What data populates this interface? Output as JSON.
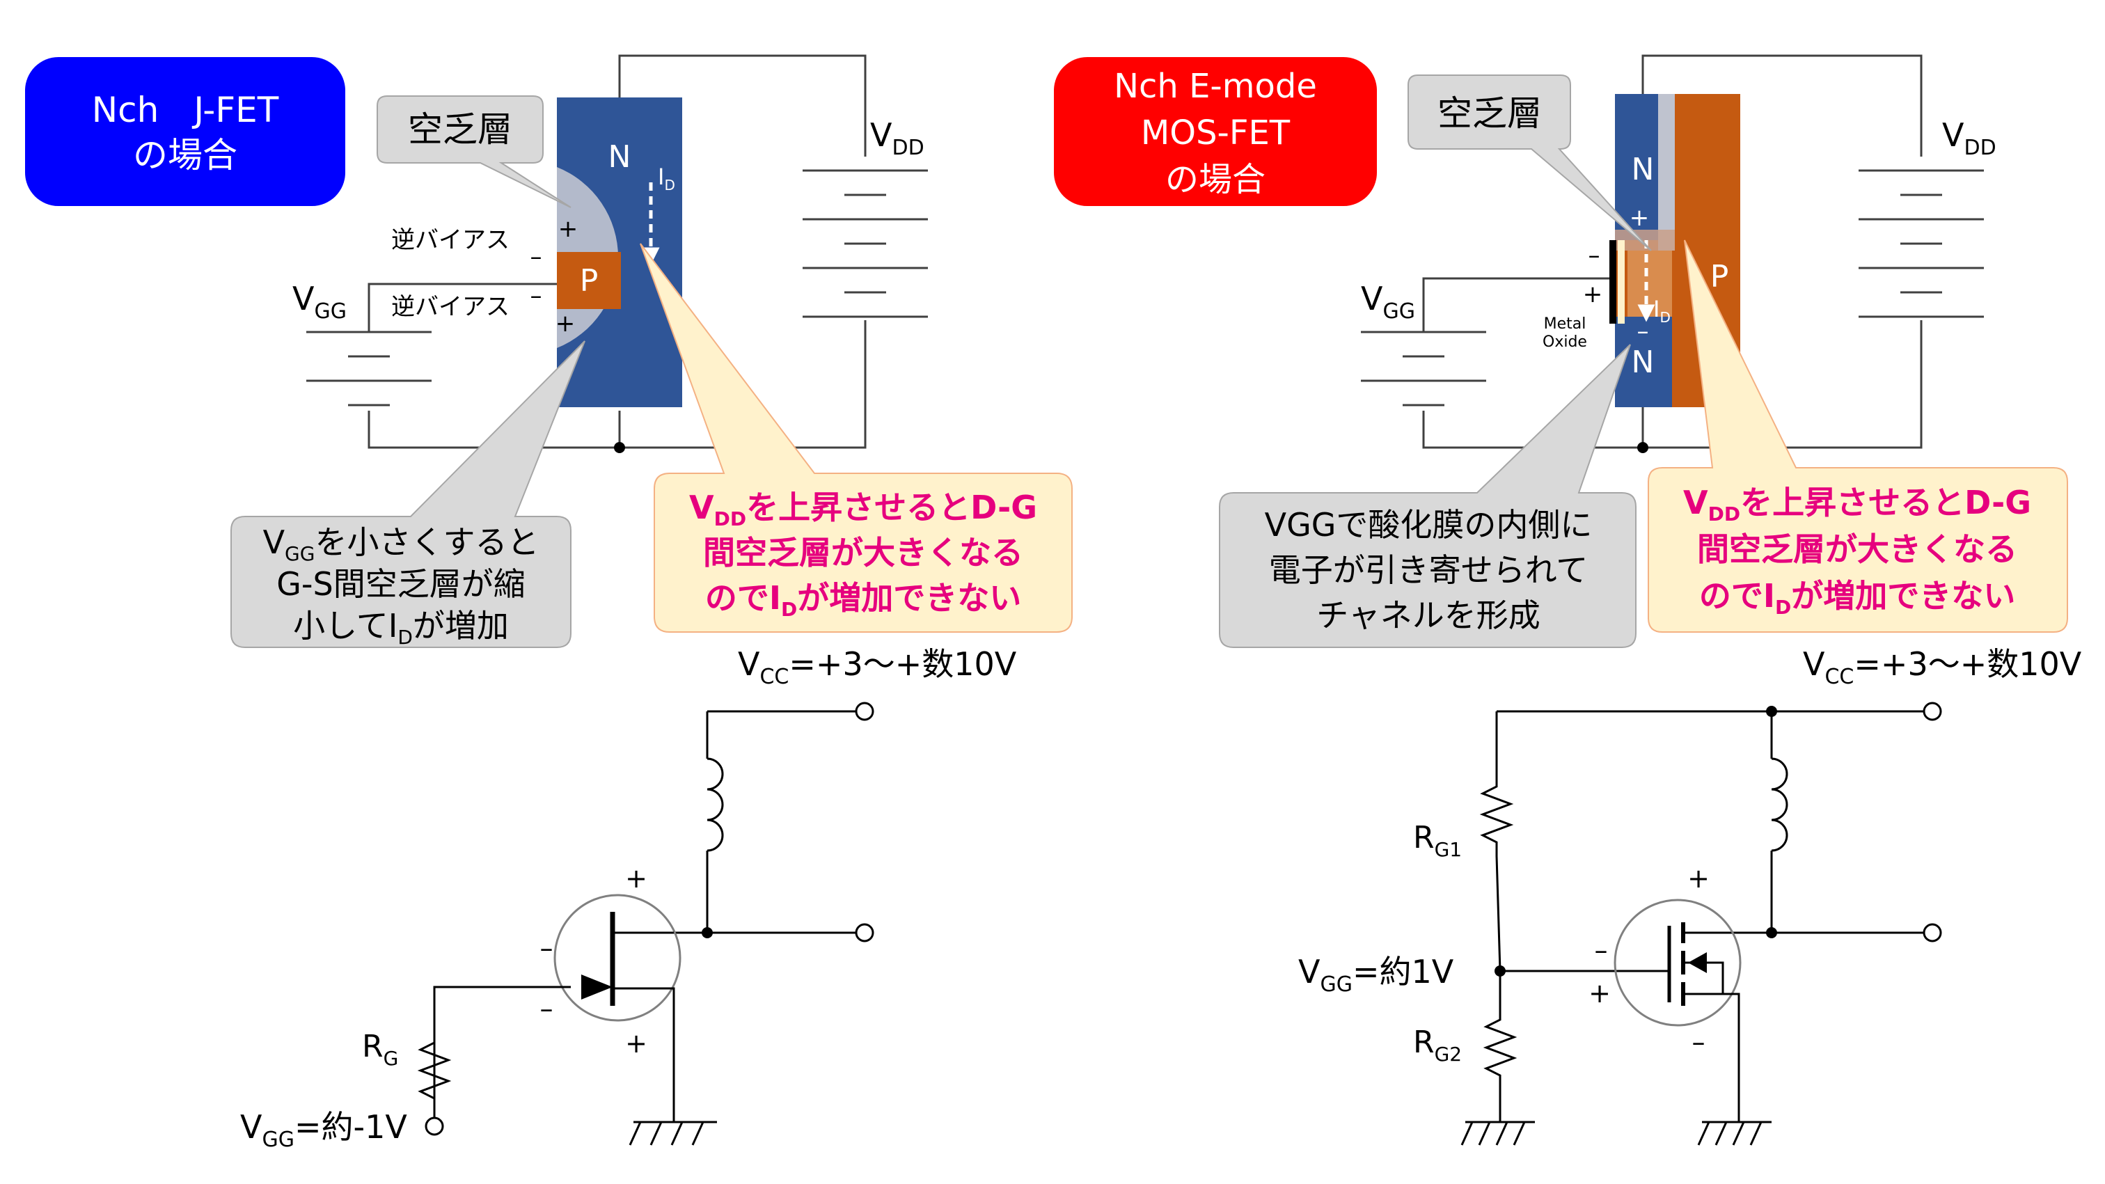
{
  "left": {
    "title_line1": "Nch　J-FET",
    "title_line2": "の場合",
    "depletion_label": "空乏層",
    "n_label": "N",
    "p_label": "P",
    "id_main": "I",
    "id_sub": "D",
    "bias1": "逆バイアス",
    "bias2": "逆バイアス",
    "vdd_main": "V",
    "vdd_sub": "DD",
    "vgg_main": "V",
    "vgg_sub": "GG",
    "callout_gray": {
      "l1a": "V",
      "l1sub": "GG",
      "l1b": "を小さくすると",
      "l2": "G-S間空乏層が縮",
      "l3a": "小してI",
      "l3sub": "D",
      "l3b": "が増加"
    },
    "callout_pink": {
      "l1a": "V",
      "l1sub": "DD",
      "l1b": "を上昇させるとD-G",
      "l2": "間空乏層が大きくなる",
      "l3a": "のでI",
      "l3sub": "D",
      "l3b": "が増加できない"
    },
    "vcc": {
      "main": "V",
      "sub": "CC",
      "rest": "=+3〜+数10V"
    },
    "rg": {
      "main": "R",
      "sub": "G"
    },
    "vgg_bottom": {
      "main": "V",
      "sub": "GG",
      "rest": "=約-1V"
    },
    "plus": "+",
    "minus": "–"
  },
  "right": {
    "title_line1": "Nch E-mode",
    "title_line2": "MOS-FET",
    "title_line3": "の場合",
    "depletion_label": "空乏層",
    "n_label_top": "N",
    "n_label_bottom": "N",
    "p_label": "P",
    "id_main": "I",
    "id_sub": "D",
    "metal": "Metal",
    "oxide": "Oxide",
    "vdd_main": "V",
    "vdd_sub": "DD",
    "vgg_main": "V",
    "vgg_sub": "GG",
    "callout_gray": {
      "l1": "VGGで酸化膜の内側に",
      "l2": "電子が引き寄せられて",
      "l3": "チャネルを形成"
    },
    "callout_pink": {
      "l1a": "V",
      "l1sub": "DD",
      "l1b": "を上昇させるとD-G",
      "l2": "間空乏層が大きくなる",
      "l3a": "のでI",
      "l3sub": "D",
      "l3b": "が増加できない"
    },
    "vcc": {
      "main": "V",
      "sub": "CC",
      "rest": "=+3〜+数10V"
    },
    "rg1": {
      "main": "R",
      "sub": "G1"
    },
    "rg2": {
      "main": "R",
      "sub": "G2"
    },
    "vgg_mid": {
      "main": "V",
      "sub": "GG",
      "rest": "=約1V"
    },
    "plus": "+",
    "minus": "–"
  },
  "colors": {
    "blue_title": "#0000ff",
    "red_title": "#ff0000",
    "n_region": "#2f5597",
    "p_region": "#c55a11",
    "depletion": "#bfbfbf",
    "callout_gray": "#d9d9d9",
    "callout_pink_fill": "#fff2cc",
    "callout_pink_text": "#e6007e"
  }
}
